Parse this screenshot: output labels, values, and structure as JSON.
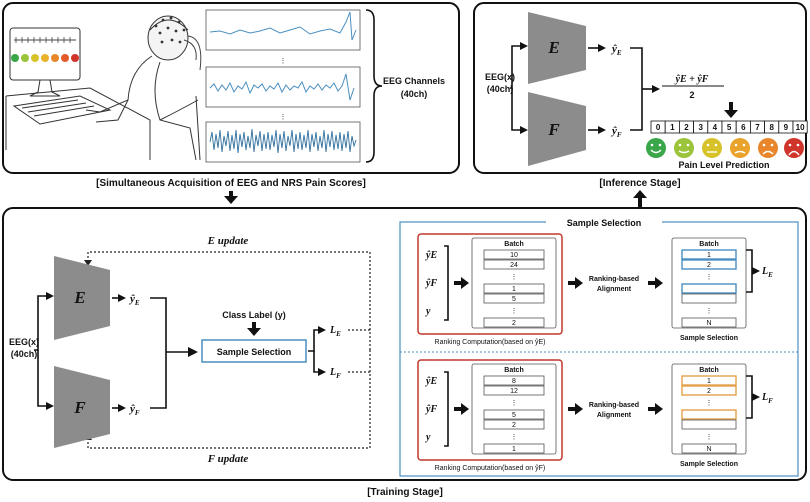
{
  "panels": {
    "acquisition": {
      "caption": "[Simultaneous Acquisition of EEG and NRS Pain Scores]",
      "eeg_channels": "EEG Channels",
      "eeg_count": "(40ch)"
    },
    "inference": {
      "caption": "[Inference Stage]",
      "input_label": "EEG(x)",
      "input_ch": "(40ch)",
      "net_e": "E",
      "net_f": "F",
      "out_e": "ŷ",
      "out_e_sub": "E",
      "out_f": "ŷ",
      "out_f_sub": "F",
      "avg_num": "ŷE + ŷF",
      "avg_den": "2",
      "scale": [
        "0",
        "1",
        "2",
        "3",
        "4",
        "5",
        "6",
        "7",
        "8",
        "9",
        "10"
      ],
      "pain_label": "Pain Level Prediction"
    },
    "training": {
      "caption": "[Training Stage]",
      "e_update": "E update",
      "f_update": "F update",
      "input_label": "EEG(x)",
      "input_ch": "(40ch)",
      "net_e": "E",
      "net_f": "F",
      "out_e": "ŷ",
      "out_e_sub": "E",
      "out_f": "ŷ",
      "out_f_sub": "F",
      "class_label": "Class Label (y)",
      "sample_selection": "Sample Selection",
      "loss_e": "L",
      "loss_e_sub": "E",
      "loss_f": "L",
      "loss_f_sub": "F"
    },
    "sample_selection": {
      "title": "Sample Selection",
      "top": {
        "rows": [
          "ŷE",
          "ŷF",
          "y"
        ],
        "batch": "Batch",
        "cells": [
          "10",
          "24",
          "⋮",
          "1",
          "5",
          "⋮",
          "2"
        ],
        "computation": "Ranking Computation(based on ŷE)",
        "alignment_1": "Ranking-based",
        "alignment_2": "Alignment",
        "sel_batch": "Batch",
        "sel_cells": [
          "1",
          "2",
          "⋮",
          "",
          "",
          "⋮",
          "N"
        ],
        "sel_caption": "Sample Selection",
        "loss": "L",
        "loss_sub": "E"
      },
      "bottom": {
        "rows": [
          "ŷE",
          "ŷF",
          "y"
        ],
        "batch": "Batch",
        "cells": [
          "8",
          "12",
          "⋮",
          "5",
          "2",
          "⋮",
          "1"
        ],
        "computation": "Ranking Computation(based on ŷF)",
        "alignment_1": "Ranking-based",
        "alignment_2": "Alignment",
        "sel_batch": "Batch",
        "sel_cells": [
          "1",
          "2",
          "⋮",
          "",
          "",
          "⋮",
          "N"
        ],
        "sel_caption": "Sample Selection",
        "loss": "L",
        "loss_sub": "F"
      }
    }
  },
  "colors": {
    "panel_border": "#111111",
    "network": "#8c8c8c",
    "accent_blue": "#4a8fc0",
    "accent_red": "#c0392b",
    "accent_orange": "#e3a04a",
    "face_green": "#3aa64a",
    "face_yellow": "#d8c22a",
    "face_orange": "#e9862b",
    "face_red": "#d0352b"
  }
}
